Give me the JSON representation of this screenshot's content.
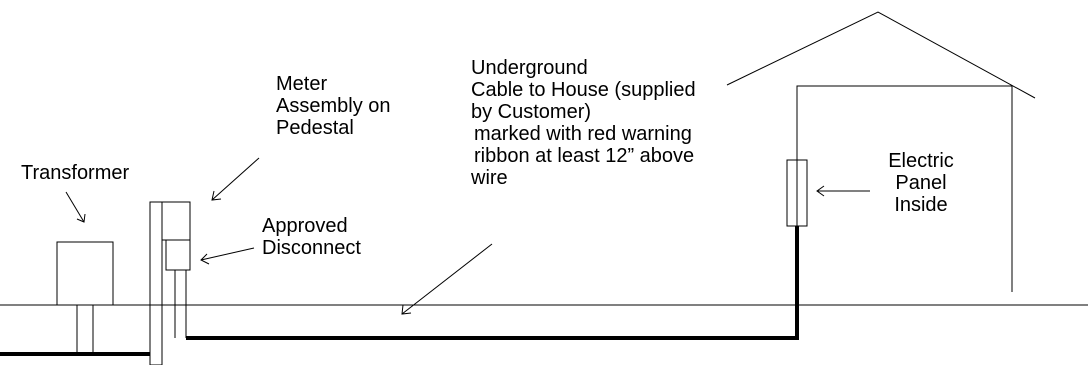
{
  "labels": {
    "transformer": "Transformer",
    "meter": [
      "Meter",
      "Assembly on",
      "Pedestal"
    ],
    "disconnect": [
      "Approved",
      "Disconnect"
    ],
    "cable": [
      "Underground",
      "Cable to House (supplied",
      "by Customer)",
      "marked with red warning",
      "ribbon at least 12” above",
      "wire"
    ],
    "panel": [
      "Electric",
      "Panel",
      "Inside"
    ]
  },
  "colors": {
    "ink": "#000000",
    "background": "#ffffff"
  }
}
